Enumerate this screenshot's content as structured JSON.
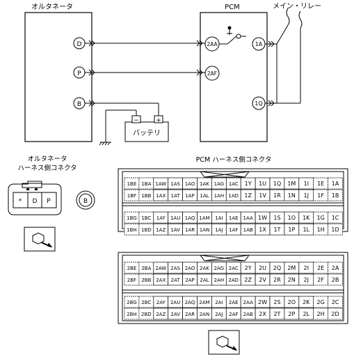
{
  "labels": {
    "alternator": "オルタネータ",
    "pcm": "PCM",
    "main_relay": "メイン・リレー",
    "battery": "バッテリ",
    "alt_conn_line1": "オルタネータ",
    "alt_conn_line2": "ハーネス側コネクタ",
    "pcm_conn": "PCM ハーネス側コネクタ"
  },
  "alternator_terminals": [
    "D",
    "P",
    "B"
  ],
  "pcm_terminals": [
    "2AA",
    "2AF",
    "1A",
    "1Q"
  ],
  "battery_terms": {
    "minus": "−",
    "plus": "+"
  },
  "alt_connector": {
    "pins": [
      "*",
      "D",
      "P"
    ],
    "b_pin": "B"
  },
  "connector1": {
    "rows": [
      [
        "1BE",
        "1BA",
        "1AW",
        "1AS",
        "1AO",
        "1AK",
        "1AG",
        "1AC",
        "1Y",
        "1U",
        "1Q",
        "1M",
        "1I",
        "1E",
        "1A"
      ],
      [
        "1BF",
        "1BB",
        "1AX",
        "1AT",
        "1AP",
        "1AL",
        "1AH",
        "1AD",
        "1Z",
        "1V",
        "1R",
        "1N",
        "1J",
        "1F",
        "1B"
      ],
      [
        "1BG",
        "1BC",
        "1AY",
        "1AU",
        "1AQ",
        "1AM",
        "1AI",
        "1AE",
        "1AA",
        "1W",
        "1S",
        "1O",
        "1K",
        "1G",
        "1C"
      ],
      [
        "1BH",
        "1BD",
        "1AZ",
        "1AV",
        "1AR",
        "1AN",
        "1AJ",
        "1AF",
        "1AB",
        "1X",
        "1T",
        "1P",
        "1L",
        "1H",
        "1D"
      ]
    ]
  },
  "connector2": {
    "rows": [
      [
        "2BE",
        "2BA",
        "2AW",
        "2AS",
        "2AO",
        "2AK",
        "2AG",
        "2AC",
        "2Y",
        "2U",
        "2Q",
        "2M",
        "2I",
        "2E",
        "2A"
      ],
      [
        "2BF",
        "2BB",
        "2AX",
        "2AT",
        "2AP",
        "2AL",
        "2AH",
        "2AD",
        "2Z",
        "2V",
        "2R",
        "2N",
        "2J",
        "2F",
        "2B"
      ],
      [
        "2BG",
        "2BC",
        "2AY",
        "2AU",
        "2AQ",
        "2AM",
        "2AI",
        "2AE",
        "2AA",
        "2W",
        "2S",
        "2O",
        "2K",
        "2G",
        "2C"
      ],
      [
        "2BH",
        "2BD",
        "2AZ",
        "2AV",
        "2AR",
        "2AN",
        "2AJ",
        "2AF",
        "2AB",
        "2X",
        "2T",
        "2P",
        "2L",
        "2H",
        "2D"
      ]
    ]
  }
}
